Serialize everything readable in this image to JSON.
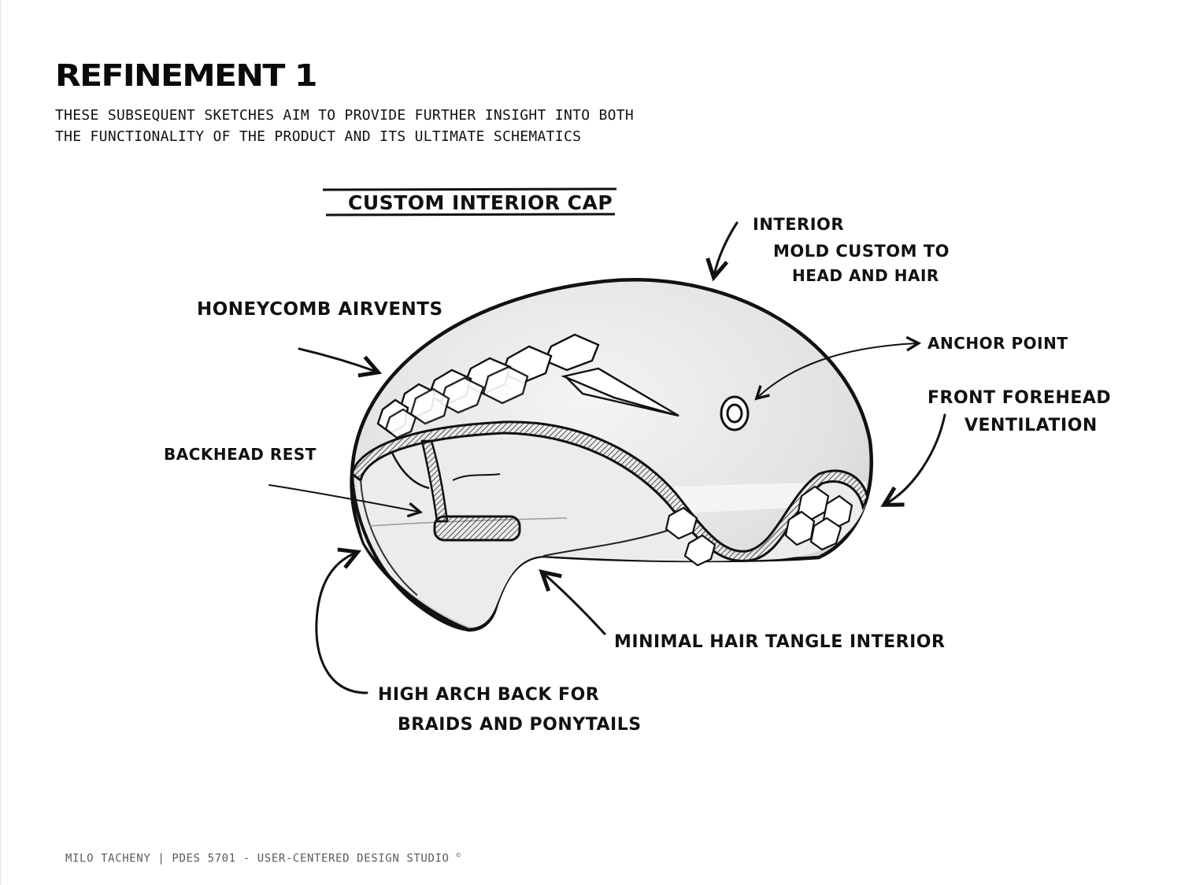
{
  "page": {
    "title": "REFINEMENT 1",
    "description": "THESE SUBSEQUENT SKETCHES AIM TO PROVIDE FURTHER INSIGHT INTO BOTH THE FUNCTIONALITY OF THE PRODUCT AND ITS ULTIMATE SCHEMATICS",
    "footer": "MILO TACHENY | PDES 5701 - USER-CENTERED DESIGN STUDIO",
    "footer_mark": "©"
  },
  "sketch": {
    "heading": "CUSTOM INTERIOR CAP",
    "annotations": {
      "interior_mold": [
        "INTERIOR",
        "MOLD CUSTOM TO",
        "HEAD AND HAIR"
      ],
      "honeycomb": "HONEYCOMB AIRVENTS",
      "anchor_point": "ANCHOR POINT",
      "front_ventilation": [
        "FRONT FOREHEAD",
        "VENTILATION"
      ],
      "backhead_rest": "BACKHEAD REST",
      "minimal_hair": "MINIMAL HAIR TANGLE INTERIOR",
      "high_arch": [
        "HIGH ARCH BACK FOR",
        "BRAIDS AND PONYTAILS"
      ]
    }
  }
}
